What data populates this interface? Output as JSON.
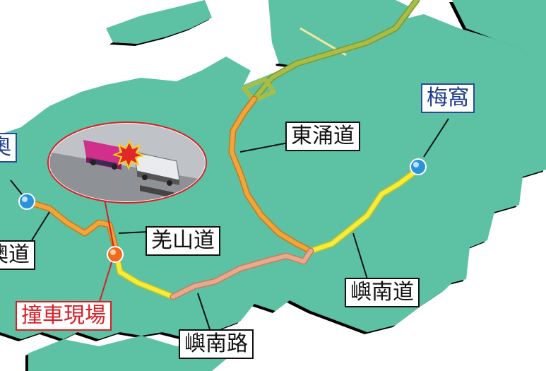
{
  "colors": {
    "sea": "#ffffff",
    "land": "#5cc2a3",
    "land_shadow": "#000000",
    "road_orange": "#f3a43a",
    "road_yellow": "#f6ec3a",
    "road_olive": "#a6bd48",
    "road_pink": "#e8a98c",
    "ferry_line": "#f5e7a0",
    "marker_blue": "#2b93dc",
    "marker_red": "#f26a1b",
    "callout_red": "#d81f26",
    "label_blue": "#1d3c8f"
  },
  "labels": {
    "dongyongdao": "東涌道",
    "meiwo": "梅窩",
    "xianshandao": "羌山道",
    "yunandao": "嶼南道",
    "yunanlu": "嶼南路",
    "accident_site": "撞車現場",
    "left_partial_top": "奧",
    "left_partial_mid": "澳道"
  },
  "markers": [
    {
      "name": "meiwo-marker",
      "kind": "pier"
    },
    {
      "name": "left-marker",
      "kind": "pier"
    },
    {
      "name": "accident-marker",
      "kind": "accident"
    }
  ],
  "icons": {
    "accident_inset": "bus-collision-icon",
    "burst": "collision-burst-icon"
  }
}
